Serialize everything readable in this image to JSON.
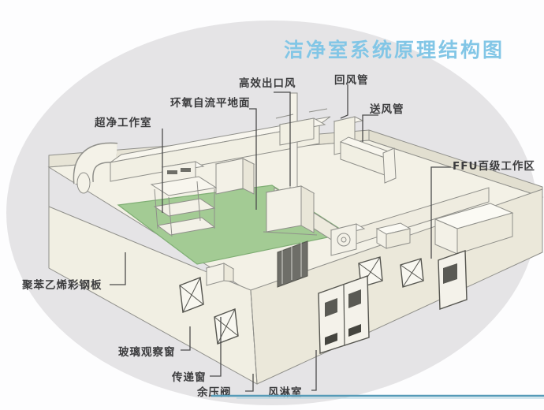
{
  "title": {
    "text": "洁净室系统原理结构图"
  },
  "labels": {
    "hepa_outlet": "高效出口风",
    "return_duct": "回风管",
    "supply_duct": "送风管",
    "epoxy_floor": "环氧自流平地面",
    "clean_workroom": "超净工作室",
    "ffu_area": "FFU百级工作区",
    "steel_panel": "聚苯乙烯彩钢板",
    "glass_window": "玻璃观察窗",
    "transfer_window": "传递窗",
    "pressure_valve": "余压阀",
    "air_shower": "风淋室"
  },
  "colors": {
    "title_blue": "#82c6e6",
    "floor_green": "#a3cb94",
    "floor_green_edge": "#7fae74",
    "ellipse_gray": "#e5e4e6",
    "wall_cream": "#f1efe3",
    "wall_cream_dark": "#ebe8da",
    "bottom_rule": "#569bb8"
  }
}
